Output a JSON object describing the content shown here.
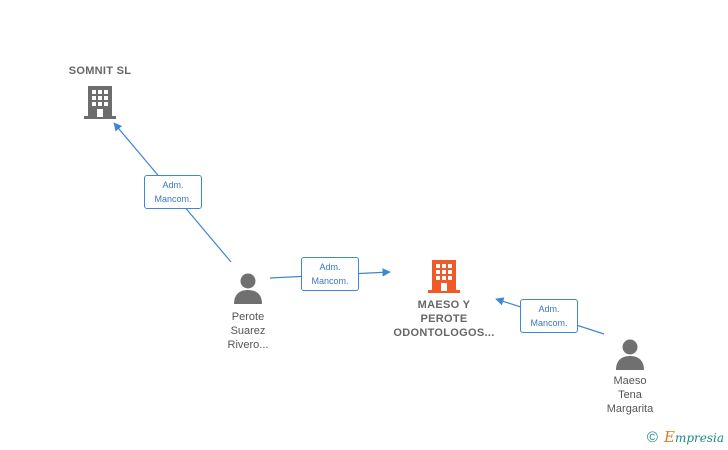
{
  "nodes": {
    "somnit": {
      "label": "SOMNIT SL",
      "type": "company",
      "color": "#6d6d6d"
    },
    "maeso_perote": {
      "label_lines": [
        "MAESO Y",
        "PEROTE",
        "ODONTOLOGOS..."
      ],
      "type": "company",
      "color": "#f05a28",
      "icon": "building-icon"
    },
    "perote": {
      "label_lines": [
        "Perote",
        "Suarez",
        "Rivero..."
      ],
      "type": "person",
      "color": "#707070",
      "icon": "person-icon"
    },
    "maeso_tena": {
      "label_lines": [
        "Maeso",
        "Tena",
        "Margarita"
      ],
      "type": "person",
      "color": "#707070",
      "icon": "person-icon"
    }
  },
  "edges": [
    {
      "from": "perote",
      "to": "somnit",
      "label_lines": [
        "Adm.",
        "Mancom."
      ]
    },
    {
      "from": "perote",
      "to": "maeso_perote",
      "label_lines": [
        "Adm.",
        "Mancom."
      ]
    },
    {
      "from": "maeso_tena",
      "to": "maeso_perote",
      "label_lines": [
        "Adm.",
        "Mancom."
      ]
    }
  ],
  "edge_color": "#3f86d6",
  "footer": {
    "copyright": "©",
    "brand_initial": "E",
    "brand_rest": "mpresia"
  }
}
